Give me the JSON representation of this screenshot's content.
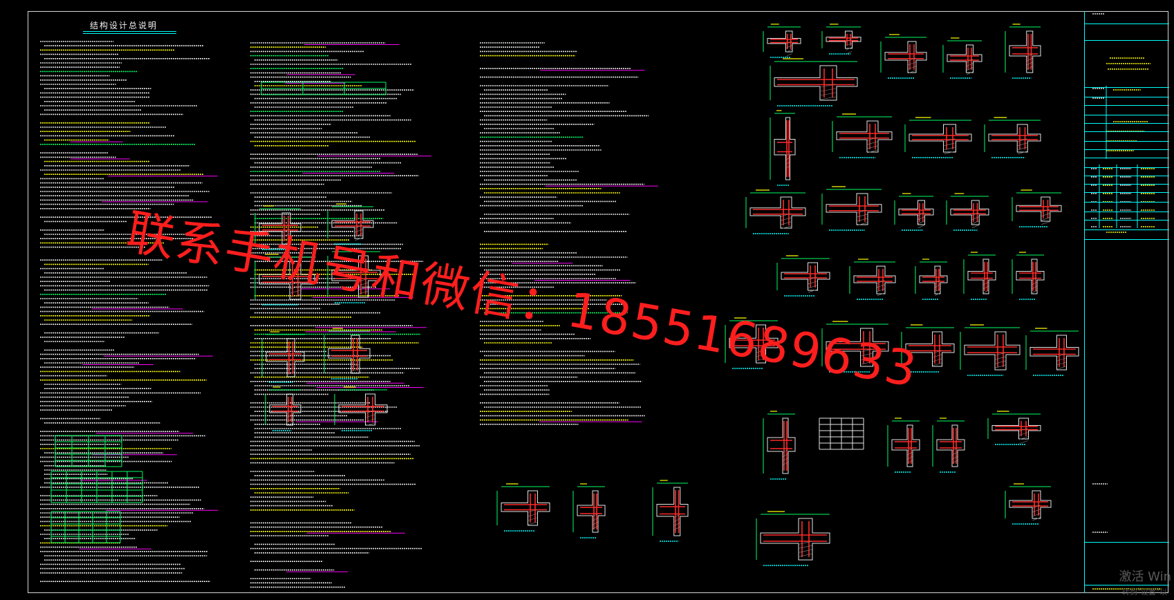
{
  "document": {
    "title": "结构设计总说明",
    "watermark": "联系手机号和微信：18551689633"
  },
  "titleblock": {
    "rows": [
      "",
      "",
      "",
      "",
      "",
      "",
      "",
      "",
      "",
      "",
      "",
      "",
      "",
      "",
      "",
      "",
      "",
      ""
    ]
  },
  "os_overlay": {
    "activate_text": "激活 Win",
    "activate_sub": "转到\"设置\"以"
  }
}
